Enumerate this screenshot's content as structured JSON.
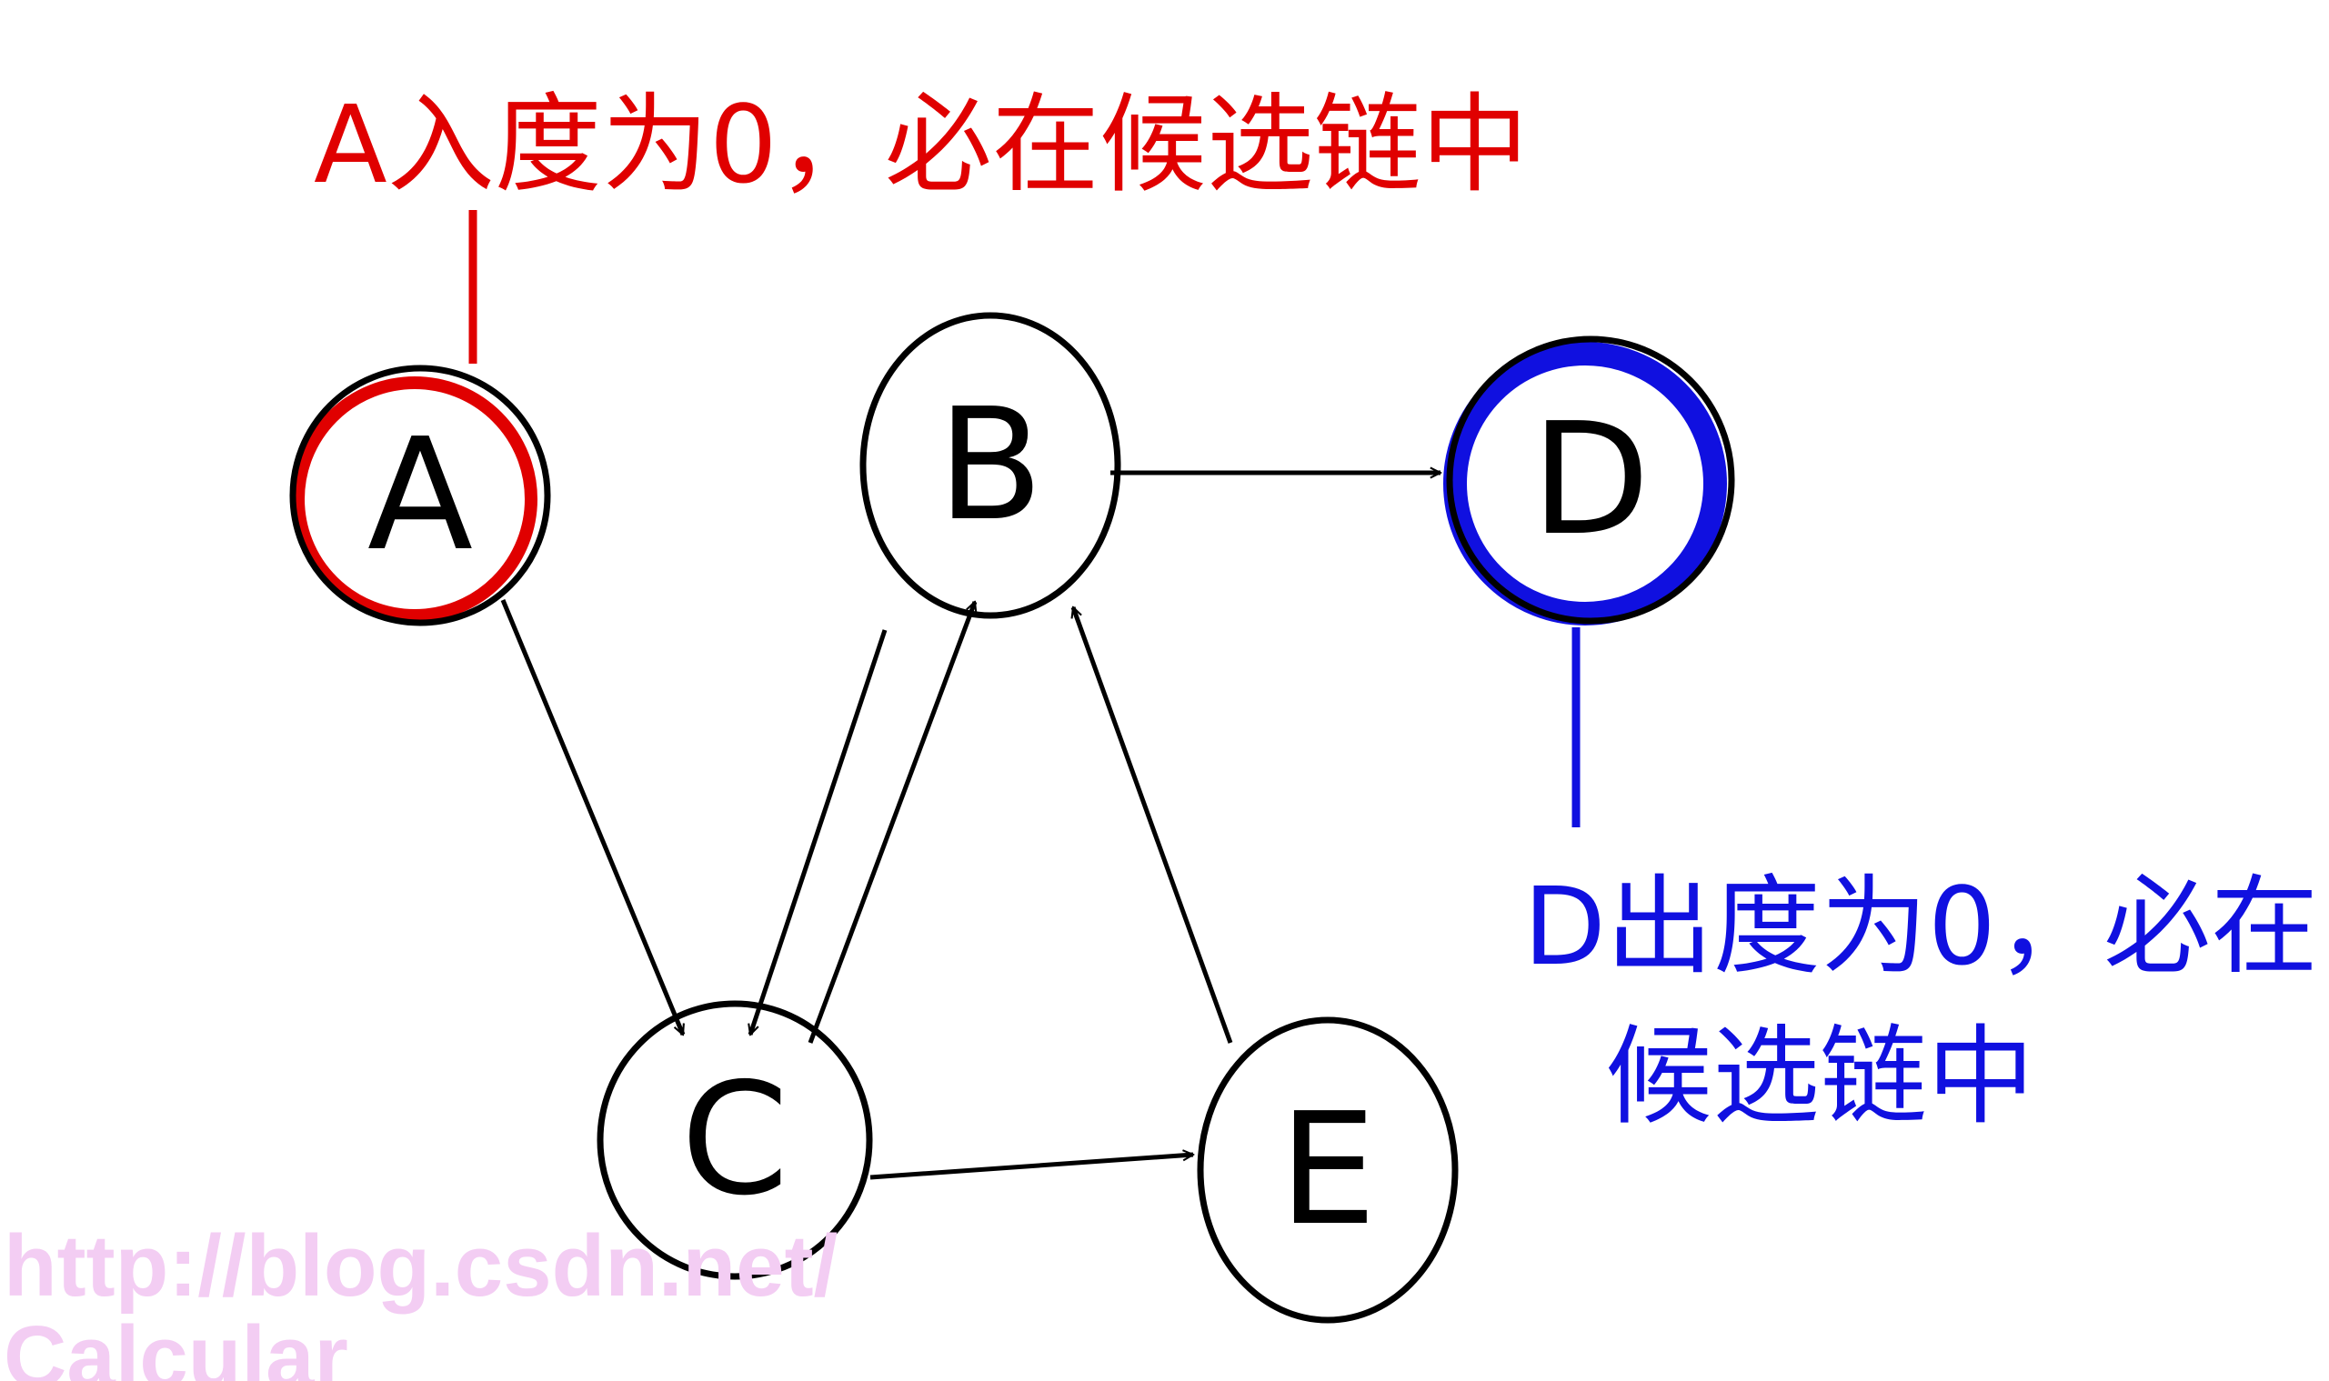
{
  "diagram": {
    "nodes": [
      {
        "id": "A",
        "label": "A",
        "highlight": "#e00000"
      },
      {
        "id": "B",
        "label": "B",
        "highlight": null
      },
      {
        "id": "C",
        "label": "C",
        "highlight": null
      },
      {
        "id": "D",
        "label": "D",
        "highlight": "#1010e0"
      },
      {
        "id": "E",
        "label": "E",
        "highlight": null
      }
    ],
    "edges": [
      {
        "from": "A",
        "to": "C"
      },
      {
        "from": "B",
        "to": "D"
      },
      {
        "from": "B",
        "to": "C"
      },
      {
        "from": "C",
        "to": "B"
      },
      {
        "from": "E",
        "to": "B"
      },
      {
        "from": "C",
        "to": "E"
      }
    ],
    "annotations": {
      "a_note": "A入度为0，必在候选链中",
      "d_note_line1": "D出度为0，必在",
      "d_note_line2": "候选链中"
    },
    "colors": {
      "red": "#e00000",
      "blue": "#1010e0",
      "ink": "#000000"
    }
  },
  "watermark": {
    "line1": "http://blog.csdn.net/",
    "line2": "Calcular"
  }
}
